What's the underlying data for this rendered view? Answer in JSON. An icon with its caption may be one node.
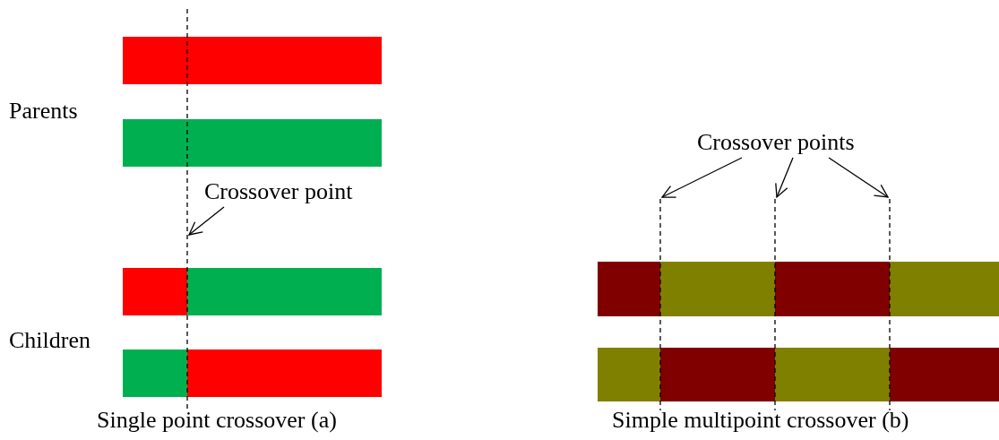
{
  "diagram": {
    "nodes": [
      {
        "text": [
          "Crossover point"
        ]
      },
      {
        "text": [
          "Crossover points"
        ]
      }
    ],
    "edges": [
      {
        "from": 0,
        "to": null,
        "arrow": "to"
      },
      {
        "from": 1,
        "to": null,
        "arrow": "to"
      },
      {
        "from": 1,
        "to": null,
        "arrow": "to"
      },
      {
        "from": 1,
        "to": null,
        "arrow": "to"
      }
    ],
    "labels": [
      "Parents",
      "Children",
      "Single point crossover (a)",
      "Simple multipoint crossover (b)"
    ]
  }
}
